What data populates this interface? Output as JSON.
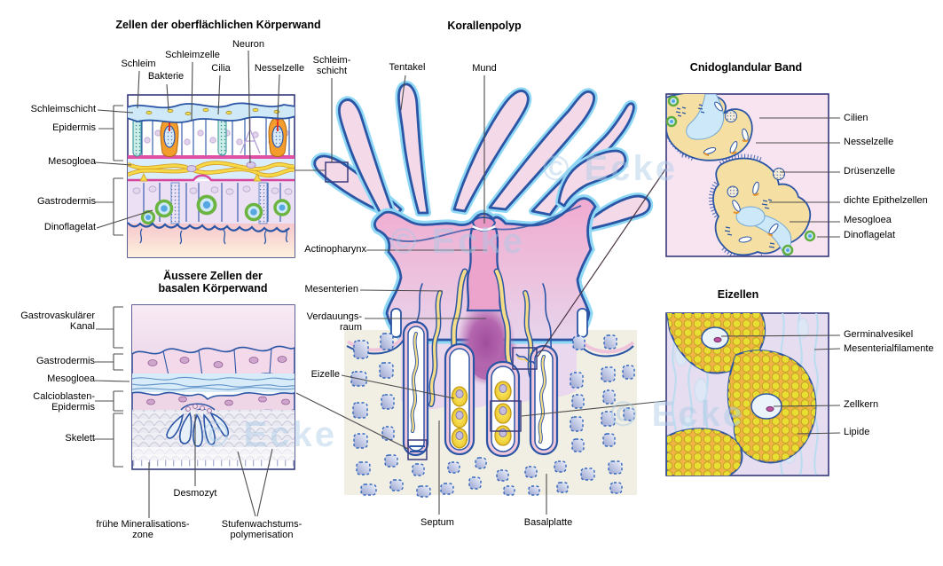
{
  "watermark": "© Ecke",
  "surface": {
    "title": "Zellen der oberflächlichen Körperwand",
    "neuron": "Neuron",
    "schleimzelle": "Schleimzelle",
    "schleim": "Schleim",
    "nesselzelle": "Nesselzelle",
    "cilia": "Cilia",
    "bakterie": "Bakterie",
    "schleimschicht": "Schleimschicht",
    "epidermis": "Epidermis",
    "mesogloea": "Mesogloea",
    "gastrodermis": "Gastrodermis",
    "dinoflagelat": "Dinoflagelat"
  },
  "polyp": {
    "title": "Korallenpolyp",
    "schleimschicht": "Schleim-\nschicht",
    "tentakel": "Tentakel",
    "mund": "Mund",
    "actinopharynx": "Actinopharynx",
    "mesenterien": "Mesenterien",
    "verdauungsraum": "Verdauungs-\nraum",
    "eizelle": "Eizelle",
    "septum": "Septum",
    "basalplatte": "Basalplatte"
  },
  "basal": {
    "title": "Äussere Zellen der\nbasalen Körperwand",
    "gastrovaskulaerer_kanal": "Gastrovaskulärer\nKanal",
    "gastrodermis": "Gastrodermis",
    "mesogloea": "Mesogloea",
    "calcioblasten_epidermis": "Calcioblasten-\nEpidermis",
    "skelett": "Skelett",
    "desmozyt": "Desmozyt",
    "mineralisationszone": "frühe Mineralisations-\nzone",
    "stufenwachstum": "Stufenwachstums-\npolymerisation"
  },
  "cnido": {
    "title": "Cnidoglandular Band",
    "cilien": "Cilien",
    "nesselzelle": "Nesselzelle",
    "druesenzelle": "Drüsenzelle",
    "epithelzellen": "dichte Epithelzellen",
    "mesogloea": "Mesogloea",
    "dinoflagelat": "Dinoflagelat"
  },
  "eizellen": {
    "title": "Eizellen",
    "germinalvesikel": "Germinalvesikel",
    "mesenterialfilamente": "Mesenterialfilamente",
    "zellkern": "Zellkern",
    "lipide": "Lipide"
  },
  "colors": {
    "outline_blue": "#2b55a5",
    "panel_border": "#35387c",
    "light_blue": "#8fd8f5",
    "body_pink": "#efaccf",
    "mesentery_yellow": "#f5dc86",
    "egg_yellow": "#f2cf35",
    "watermark_blue": "#a9cbe6"
  }
}
